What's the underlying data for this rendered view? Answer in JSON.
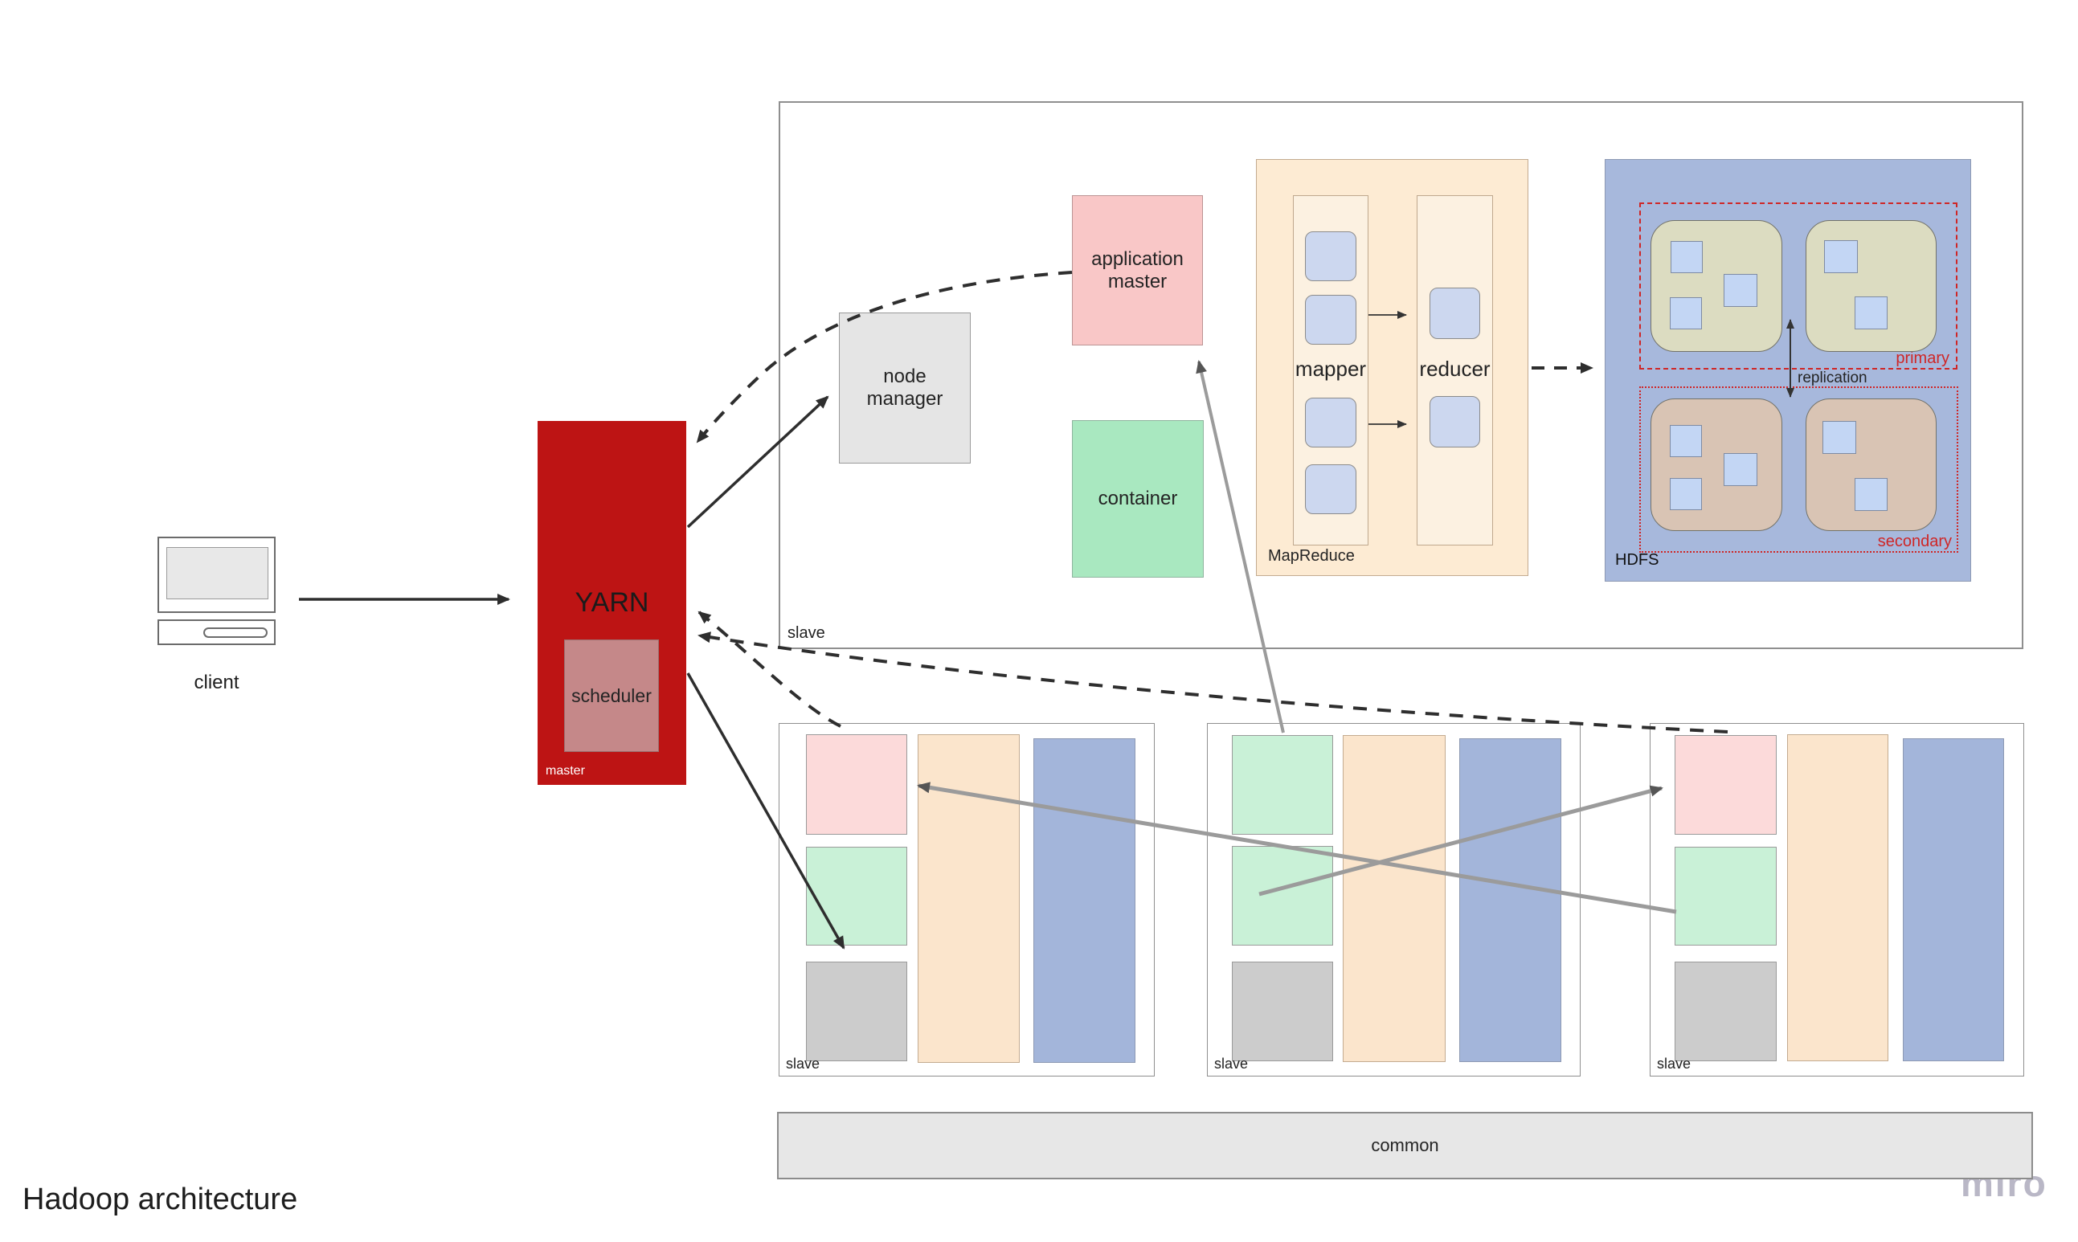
{
  "title": "Hadoop architecture",
  "watermark": "miro",
  "client": {
    "label": "client"
  },
  "yarn": {
    "label": "YARN",
    "scheduler_label": "scheduler",
    "master_label": "master",
    "color": "#bd1414",
    "scheduler_color": "#c58889"
  },
  "top_slave": {
    "label": "slave",
    "node_manager_label": "node manager",
    "application_master_label": "application master",
    "container_label": "container"
  },
  "mapreduce": {
    "label": "MapReduce",
    "mapper_label": "mapper",
    "reducer_label": "reducer"
  },
  "hdfs": {
    "label": "HDFS",
    "primary_label": "primary",
    "secondary_label": "secondary",
    "replication_label": "replication",
    "color": "#a7b8dc",
    "region_border_color": "#cf2626"
  },
  "bottom_slaves": {
    "labels": [
      "slave",
      "slave",
      "slave"
    ]
  },
  "common": {
    "label": "common"
  },
  "colors": {
    "pink_block": "#fcdada",
    "green_block": "#c9f1d7",
    "gray_block": "#cccccc",
    "orange_column": "#fbe5cc",
    "blue_column": "#a3b5da",
    "chip_blue": "#ccd7ef",
    "arrow_dark": "#2e2e2e",
    "arrow_gray": "#9b9b9b"
  }
}
